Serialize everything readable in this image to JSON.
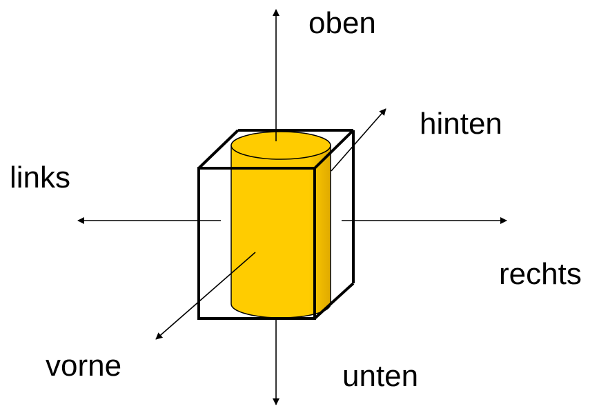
{
  "labels": {
    "top": "oben",
    "back": "hinten",
    "left": "links",
    "right": "rechts",
    "front": "vorne",
    "bottom": "unten"
  },
  "colors": {
    "cylinder_fill": "#ffcc00",
    "cylinder_shade": "#d9a800",
    "stroke": "#000000",
    "background": "#ffffff"
  }
}
